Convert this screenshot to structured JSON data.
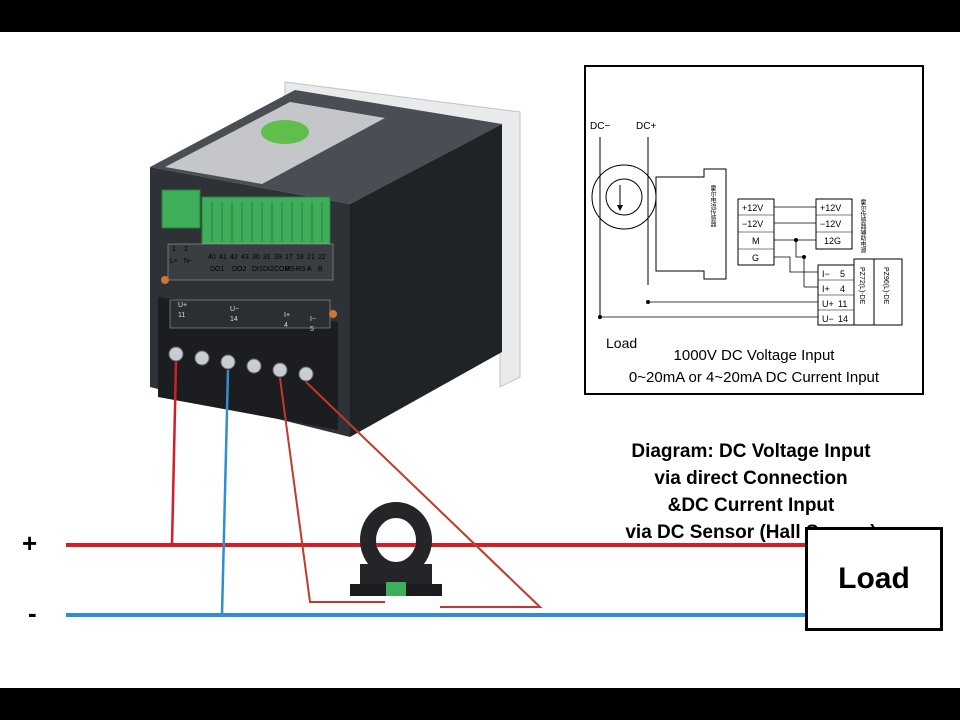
{
  "schematic": {
    "dc_minus": "DC−",
    "dc_plus": "DC+",
    "load_label": "Load",
    "sensor_pins": [
      "+12V",
      "−12V",
      "M",
      "G"
    ],
    "supply_pins": [
      "+12V",
      "−12V",
      "12G"
    ],
    "meter_pins": [
      "I−",
      "I+",
      "U+",
      "U−"
    ],
    "meter_pin_numbers": [
      "5",
      "4",
      "11",
      "14"
    ],
    "meter_model_1": "PZ72(L)-DE",
    "meter_model_2": "PZ96(L)-DE",
    "sensor_label": "霍尔电流传感器",
    "supply_label": "霍尔传感器辅助电源",
    "note_line1": "1000V DC Voltage Input",
    "note_line2": "0~20mA or 4~20mA DC Current Input"
  },
  "caption": {
    "line1": "Diagram: DC Voltage Input",
    "line2": "via direct Connection",
    "line3": "&DC Current Input",
    "line4": "via DC Sensor (Hall Sensor)"
  },
  "wiring": {
    "plus_sign": "+",
    "minus_sign": "-",
    "load_box": "Load"
  },
  "meter": {
    "terminal_top": [
      "1",
      "2",
      "40",
      "41",
      "42",
      "43",
      "30",
      "31",
      "39",
      "17",
      "18",
      "21",
      "22"
    ],
    "terminal_sub": [
      "L+",
      "N−",
      "DO1",
      "DO2",
      "DI1",
      "DI2",
      "COM",
      "RS+",
      "RS−",
      "A",
      "B"
    ],
    "lower_labels": [
      "U+",
      "U−",
      "I+",
      "I−"
    ],
    "lower_numbers": [
      "11",
      "14",
      "4",
      "5"
    ]
  },
  "colors": {
    "positive_wire": "#d21e24",
    "negative_wire": "#2f8fd0",
    "signal_wire": "#c0392b",
    "connector_green": "#3fae5a",
    "meter_body": "#2a2d31"
  }
}
